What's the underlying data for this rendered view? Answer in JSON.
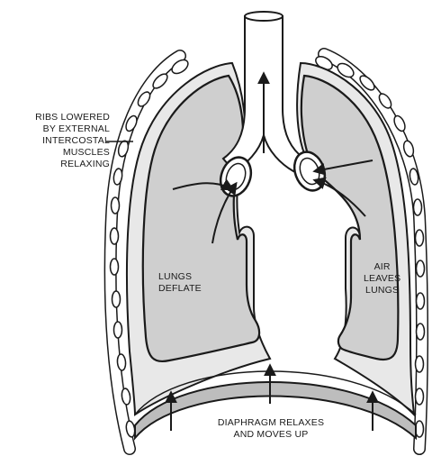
{
  "labels": {
    "ribs": [
      "RIBS LOWERED",
      "BY EXTERNAL",
      "INTERCOSTAL",
      "MUSCLES",
      "RELAXING"
    ],
    "lungs": [
      "LUNGS",
      "DEFLATE"
    ],
    "air": [
      "AIR",
      "LEAVES",
      "LUNGS"
    ],
    "diaphragm": [
      "DIAPHRAGM RELAXES",
      "AND MOVES UP"
    ]
  },
  "colors": {
    "outline": "#1a1a1a",
    "lung_fill": "#cfcfcf",
    "pleura_fill": "#e8e8e8",
    "rib_fill": "#ffffff",
    "diaphragm_fill": "#bdbdbd"
  }
}
